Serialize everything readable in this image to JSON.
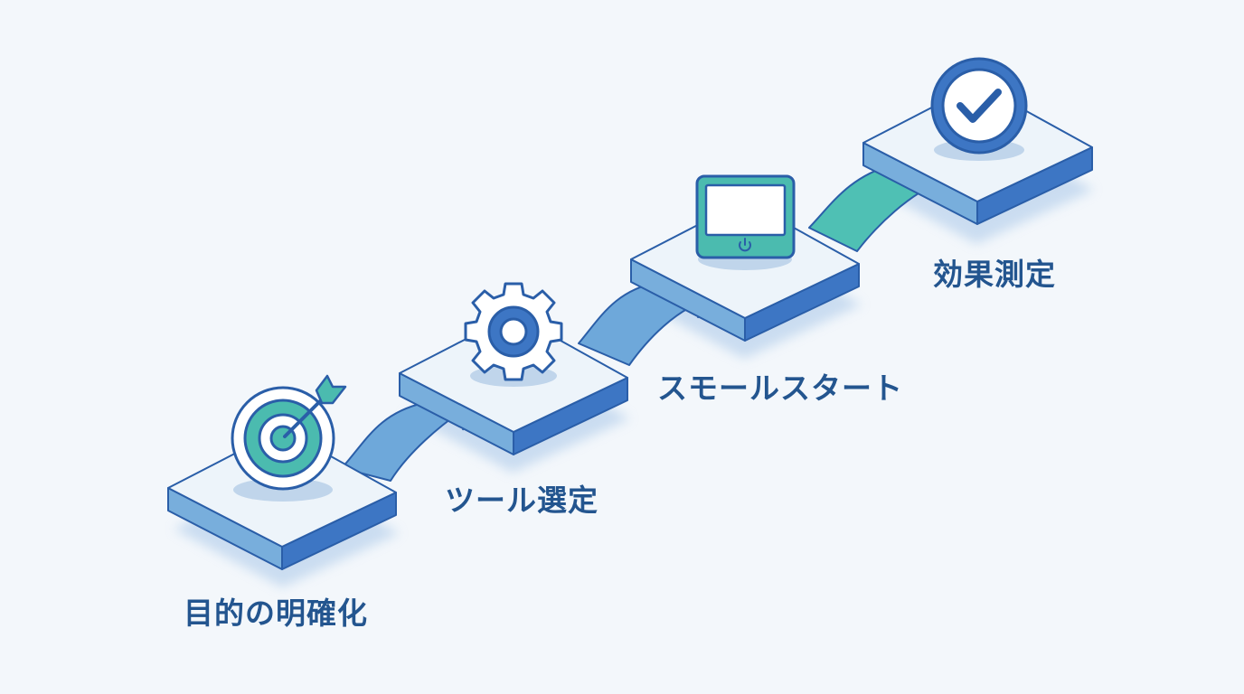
{
  "steps": [
    {
      "label": "目的の明確化",
      "icon": "target-with-arrow-icon"
    },
    {
      "label": "ツール選定",
      "icon": "gear-icon"
    },
    {
      "label": "スモールスタート",
      "icon": "tablet-screen-icon"
    },
    {
      "label": "効果測定",
      "icon": "check-circle-icon"
    }
  ],
  "colors": {
    "background": "#f3f7fb",
    "platform_top": "#edf4fa",
    "platform_side_left": "#78aedc",
    "platform_side_right": "#3d76c4",
    "outline": "#2a5ea8",
    "ribbon_blue": "#6ea8da",
    "ribbon_teal": "#4fc0b4",
    "icon_teal": "#4bbbaf",
    "label_text": "#23558f"
  }
}
